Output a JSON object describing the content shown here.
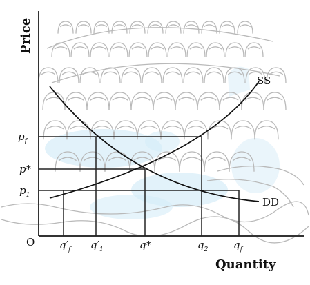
{
  "axes": {
    "y_title": "Price",
    "x_title": "Quantity",
    "origin": "O"
  },
  "curves": {
    "supply": "SS",
    "demand": "DD"
  },
  "price_marks": {
    "high": {
      "base": "p",
      "sub": "f"
    },
    "equilibrium": {
      "base": "p*",
      "sub": ""
    },
    "low": {
      "base": "p",
      "sub": "1"
    }
  },
  "quantity_marks": [
    {
      "base": "q",
      "prime": "′",
      "sub": "f"
    },
    {
      "base": "q",
      "prime": "′",
      "sub": "1"
    },
    {
      "base": "q*",
      "prime": "",
      "sub": ""
    },
    {
      "base": "q",
      "prime": "",
      "sub": "2"
    },
    {
      "base": "q",
      "prime": "",
      "sub": "f"
    }
  ]
}
